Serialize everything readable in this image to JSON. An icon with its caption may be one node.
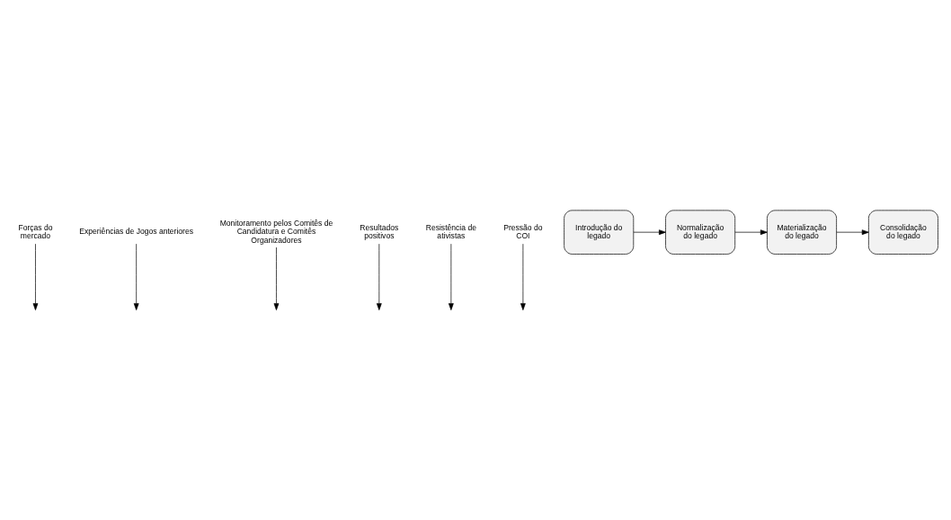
{
  "diagram": {
    "nodes": [
      {
        "text": [
          "Forças do mercado"
        ]
      },
      {
        "text": [
          "Experiências de Jogos anteriores"
        ]
      },
      {
        "text": [
          "Monitoramento pelos Comitês de Candidatura e Comitês Organizadores"
        ]
      },
      {
        "text": [
          "Resultados positivos"
        ]
      },
      {
        "text": [
          "Resistência de ativistas"
        ]
      },
      {
        "text": [
          "Pressão do COI"
        ]
      },
      {
        "text": [
          "Introdução do legado"
        ]
      },
      {
        "text": [
          "Normalização do legado"
        ]
      },
      {
        "text": [
          "Materialização do legado"
        ]
      },
      {
        "text": [
          "Consolidação do legado"
        ]
      }
    ],
    "edges": [
      {
        "from": 0,
        "to": null,
        "arrow": "to"
      },
      {
        "from": 1,
        "to": null,
        "arrow": "to"
      },
      {
        "from": 2,
        "to": null,
        "arrow": "to"
      },
      {
        "from": 3,
        "to": null,
        "arrow": "to"
      },
      {
        "from": 4,
        "to": null,
        "arrow": "to"
      },
      {
        "from": 5,
        "to": null,
        "arrow": "to"
      },
      {
        "from": 6,
        "to": 7,
        "arrow": "to"
      },
      {
        "from": 7,
        "to": 8,
        "arrow": "to"
      },
      {
        "from": 8,
        "to": 9,
        "arrow": "to"
      }
    ]
  }
}
